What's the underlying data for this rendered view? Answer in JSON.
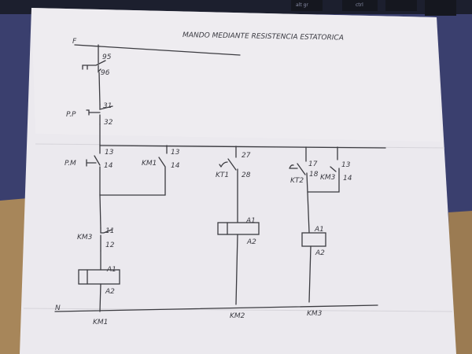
{
  "photo": {
    "keyboard_keys": [
      "alt gr",
      "ctrl"
    ],
    "colors": {
      "paper": "#efedf0",
      "laptop": "#3a3f6e",
      "keyboard": "#1c1f2e",
      "wood": "#a7865a",
      "ink": "#3b3b40"
    }
  },
  "diagram": {
    "title": "MANDO MEDIANTE RESISTENCIA ESTATORICA",
    "supply_phase": "F",
    "supply_neutral": "N",
    "thermal_relay": {
      "symbol": "⊓",
      "terminals": [
        "95",
        "96"
      ]
    },
    "stop_button": {
      "label": "P.P",
      "terminals": [
        "31",
        "32"
      ]
    },
    "start_button": {
      "label": "P.M",
      "terminals": [
        "13",
        "14"
      ]
    },
    "km1_hold": {
      "label": "KM1",
      "terminals": [
        "13",
        "14"
      ]
    },
    "km3_nc": {
      "label": "KM3",
      "terminals": [
        "11",
        "12"
      ]
    },
    "timer1": {
      "label": "KT1",
      "terminals": [
        "27",
        "28"
      ]
    },
    "timer2": {
      "label": "KT2",
      "terminals": [
        "17",
        "18"
      ]
    },
    "km3_hold": {
      "label": "KM3",
      "terminals": [
        "13",
        "14"
      ]
    },
    "coils": [
      {
        "name": "KM1",
        "terminals": [
          "A1",
          "A2"
        ]
      },
      {
        "name": "KM2",
        "terminals": [
          "A1",
          "A2"
        ]
      },
      {
        "name": "KM3",
        "terminals": [
          "A1",
          "A2"
        ]
      }
    ]
  }
}
